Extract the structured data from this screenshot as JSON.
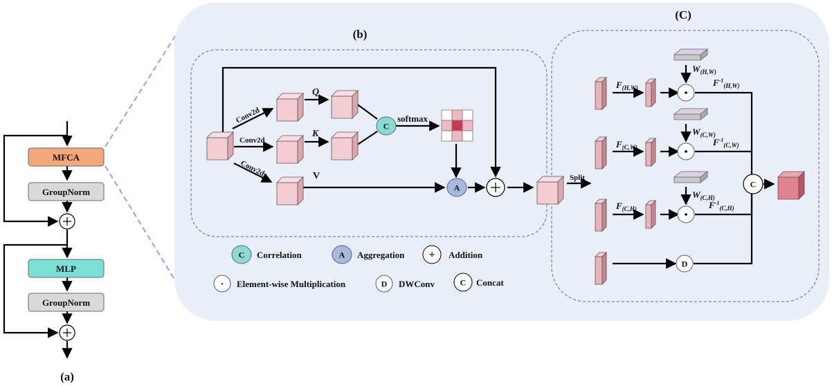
{
  "panel_a": {
    "caption": "(a)",
    "block1": {
      "attention": "MFCA",
      "norm": "GroupNorm"
    },
    "block2": {
      "mlp": "MLP",
      "norm": "GroupNorm"
    }
  },
  "panel_b": {
    "caption": "(b)",
    "conv_labels": [
      "Conv2d",
      "Conv2d",
      "Conv2d"
    ],
    "qkv": [
      "Q",
      "K",
      "V"
    ],
    "softmax": "softmax",
    "correlation_symbol": "C",
    "aggregation_symbol": "A"
  },
  "panel_c": {
    "caption": "(C)",
    "split": "Split",
    "branches": [
      {
        "fft": "F",
        "fft_sub": "(H,W)",
        "weight": "W",
        "weight_sub": "(H,W)",
        "inverse": "F",
        "inverse_sup": "-1",
        "inverse_sub": "(H,W)"
      },
      {
        "fft": "F",
        "fft_sub": "(C,W)",
        "weight": "W",
        "weight_sub": "(C,W)",
        "inverse": "F",
        "inverse_sup": "-1",
        "inverse_sub": "(C,W)"
      },
      {
        "fft": "F",
        "fft_sub": "(C,H)",
        "weight": "W",
        "weight_sub": "(C,H)",
        "inverse": "F",
        "inverse_sup": "-1",
        "inverse_sub": "(C,H)"
      }
    ],
    "dwconv_symbol": "D",
    "concat_symbol": "C"
  },
  "legend": {
    "correlation": {
      "symbol": "C",
      "label": "Correlation"
    },
    "aggregation": {
      "symbol": "A",
      "label": "Aggregation"
    },
    "addition": {
      "symbol": "+",
      "label": "Addition"
    },
    "multiplication": {
      "symbol": "·",
      "label": "Element-wise Multiplication"
    },
    "dwconv": {
      "symbol": "D",
      "label": "DWConv"
    },
    "concat": {
      "symbol": "C",
      "label": "Concat"
    }
  },
  "colors": {
    "mfca": "#f4a77a",
    "mlp": "#7dded6",
    "groupnorm": "#d9d9d9",
    "correlation": "#8fd9d3",
    "aggregation": "#a9b9de",
    "panel_bg": "#e9eef7",
    "cube": "#f3cdd2",
    "output_cube": "#e0838e"
  }
}
